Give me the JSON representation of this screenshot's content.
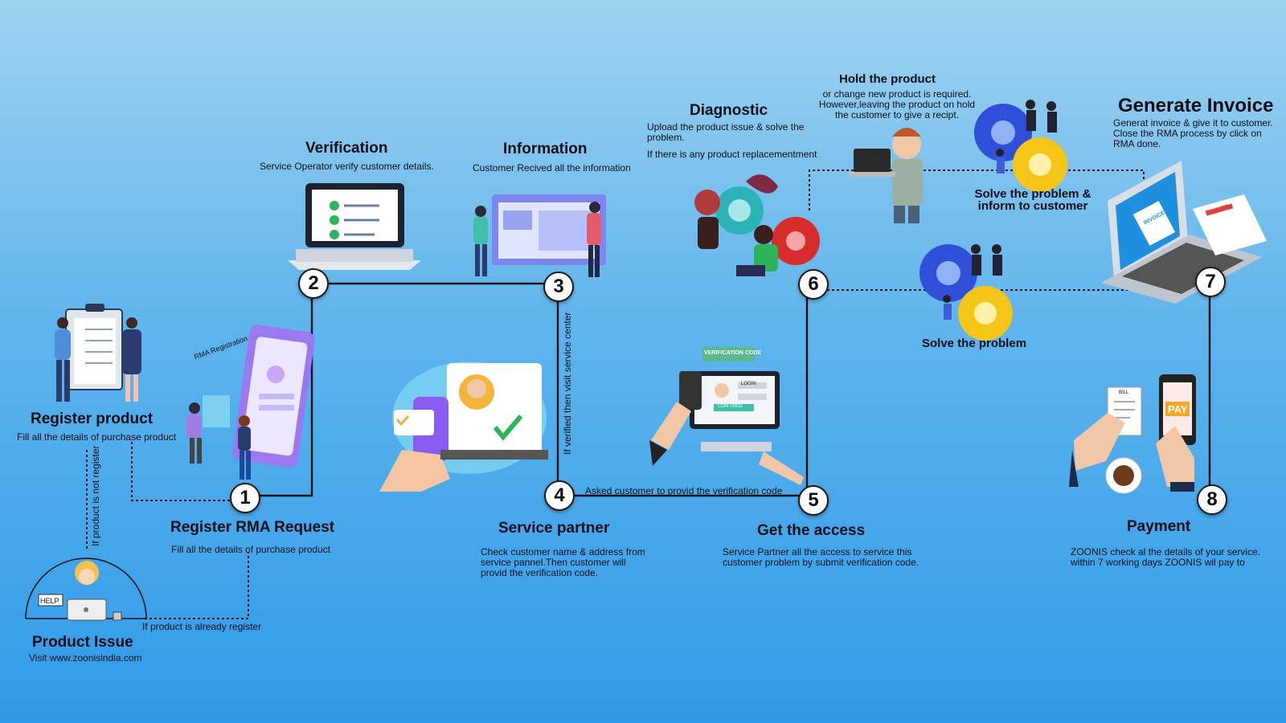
{
  "steps": {
    "product_issue": {
      "title": "Product Issue",
      "desc": "Visit www.zoonisindia.com"
    },
    "register_product": {
      "title": "Register product",
      "desc": "Fill all the details of purchase product"
    },
    "s1": {
      "num": "1",
      "title": "Register RMA Request",
      "desc": "Fill all the details of purchase product"
    },
    "s2": {
      "num": "2",
      "title": "Verification",
      "desc": "Service Operator verify customer details."
    },
    "s3": {
      "num": "3",
      "title": "Information",
      "desc": "Customer Recived all the information"
    },
    "s4": {
      "num": "4",
      "title": "Service partner",
      "desc": "Check customer name & address from service pannel.Then customer will provid the verification code."
    },
    "s5": {
      "num": "5",
      "title": "Get the access",
      "desc": "Service Partner all the access to service this customer problem by submit verification code."
    },
    "s6": {
      "num": "6",
      "title": "Diagnostic",
      "desc1": "Upload the product issue & solve the problem.",
      "desc2": "If there is any product replacementment"
    },
    "s7": {
      "num": "7",
      "title": "Generate Invoice",
      "desc": "Generat invoice & give it to customer. Close the RMA process by click on RMA done."
    },
    "s8": {
      "num": "8",
      "title": "Payment",
      "desc": "ZOONIS check al the details of your service. within 7 working days ZOONIS wil pay to"
    },
    "hold": {
      "title": "Hold the product",
      "desc": "or change new product is required. However,leaving the product on hold the customer to give a recipt."
    },
    "solve_inform": {
      "title": "Solve the problem & inform to customer"
    },
    "solve": {
      "title": "Solve the problem"
    }
  },
  "connectors": {
    "not_register": "If product is not register",
    "already_register": "If product is already register",
    "verified_visit": "If verified then visit service center",
    "ask_code": "Asked customer to provid the verification code"
  },
  "illustrations": {
    "help_label": "HELP",
    "rma_label": "RMA Registration",
    "verification_code_label": "VERIFICATION CODE",
    "login_label": "LOGIN",
    "continue_label": "CONTINUE",
    "invoice_label": "INVOICE",
    "bill_label": "BILL",
    "pay_label": "PAY"
  },
  "colors": {
    "background_top": "#9fd2f0",
    "background_bottom": "#2f9ae9",
    "line": "#111111",
    "gear_blue": "#2f4fd8",
    "gear_yellow": "#f5c518",
    "gear_red": "#d62c2c"
  }
}
